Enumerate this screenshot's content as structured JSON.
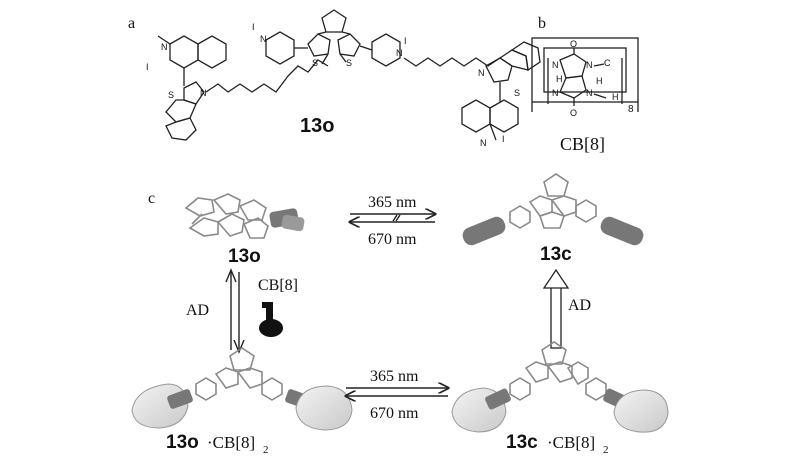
{
  "panels": {
    "a": "a",
    "b": "b",
    "c": "c"
  },
  "molecule_label": "13o",
  "iodide": "I",
  "sulfur": "S",
  "nitrogen": "N",
  "cb8": {
    "label": "CB[8]",
    "subscript": "8",
    "N": "N",
    "O": "O",
    "H": "H",
    "C": "C"
  },
  "scheme": {
    "open_label": "13o",
    "closed_label": "13c",
    "complex_open_prefix": "13o",
    "complex_closed_prefix": "13c",
    "complex_suffix": "·CB[8]",
    "complex_sub": "2",
    "top_forward": "365 nm",
    "top_backward": "670 nm",
    "bottom_forward": "365 nm",
    "bottom_backward": "670 nm",
    "left_host": "CB[8]",
    "left_mode": "AD",
    "right_mode": "AD"
  }
}
